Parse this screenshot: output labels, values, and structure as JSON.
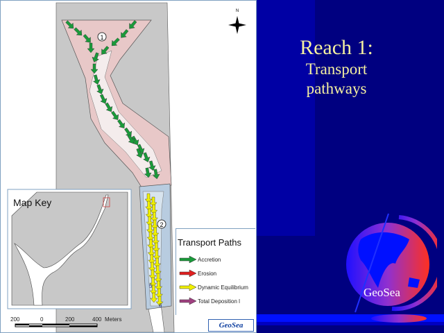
{
  "slide": {
    "title": "Reach 1:",
    "subtitle_line1": "Transport",
    "subtitle_line2": "pathways"
  },
  "map": {
    "north_label": "N",
    "zone_labels": [
      "1",
      "2"
    ],
    "section_labels": [
      "5",
      "6"
    ],
    "map_key_title": "Map Key",
    "scale": {
      "ticks": [
        "200",
        "0",
        "200",
        "400"
      ],
      "unit": "Meters"
    },
    "legend": {
      "title": "Transport Paths",
      "items": [
        {
          "label": "Accretion",
          "color": "#1a9a3a"
        },
        {
          "label": "Erosion",
          "color": "#e02020"
        },
        {
          "label": "Dynamic Equilibrium",
          "color": "#f0f000"
        },
        {
          "label": "Total Deposition l",
          "color": "#a04080"
        }
      ]
    },
    "logo": "GeoSea"
  },
  "globe_label": "GeoSea",
  "colors": {
    "background": "#000080",
    "title": "#f4f0a0",
    "accretion_zone": "#e8c8c8",
    "equilibrium_zone": "#b8cce0"
  }
}
